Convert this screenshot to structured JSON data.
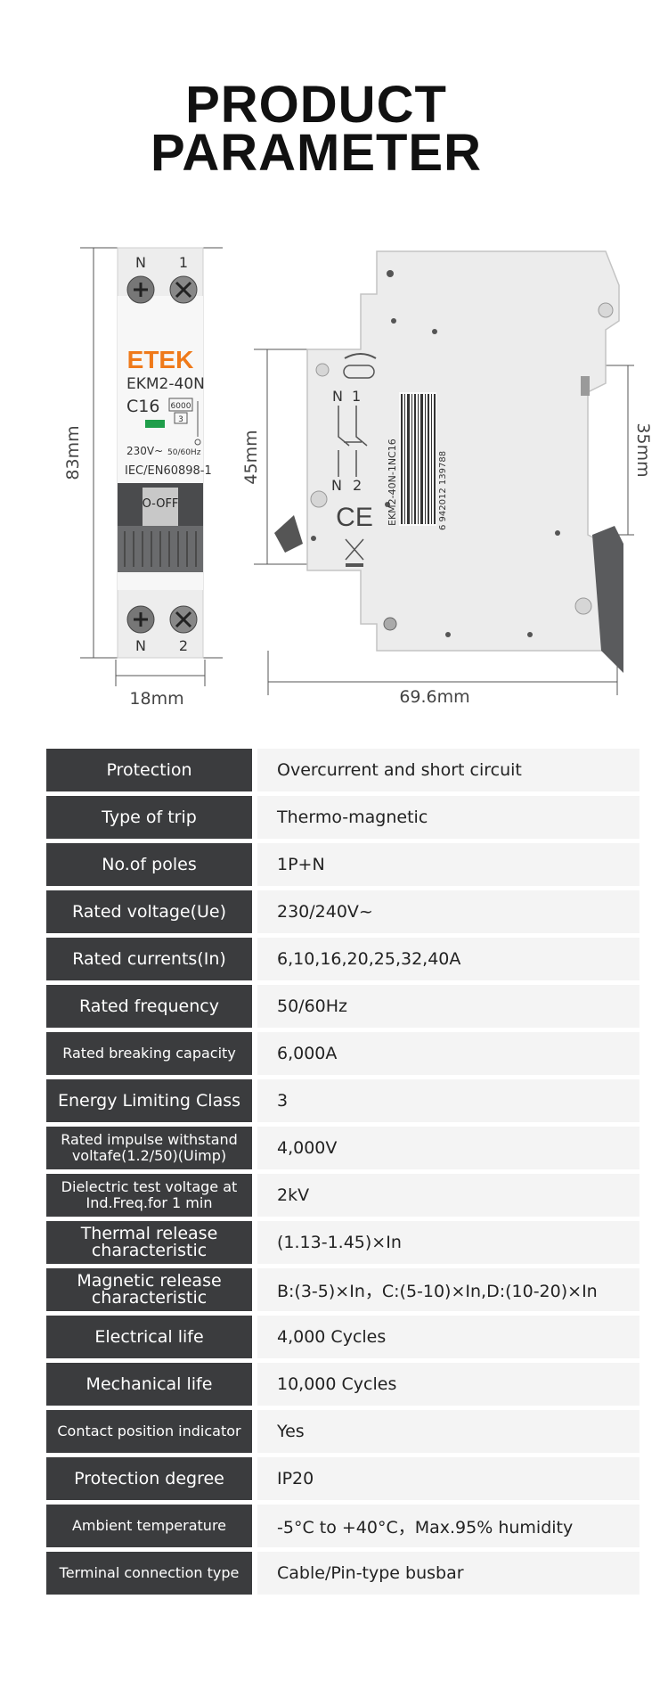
{
  "header": {
    "line1": "PRODUCT",
    "line2": "PARAMETER"
  },
  "drawing": {
    "dims": {
      "height": "83mm",
      "width": "18mm",
      "depth": "69.6mm",
      "left_side": "45mm",
      "right_side": "35mm"
    },
    "front": {
      "brand": "ETEK",
      "model": "EKM2-40N",
      "rating": "C16",
      "breaking": "6000",
      "class": "3",
      "voltage": "230V~",
      "freq": "50/60Hz",
      "standard": "IEC/EN60898-1",
      "state": "O-OFF",
      "top_left": "N",
      "top_right": "1",
      "bottom_left": "N",
      "bottom_right": "2"
    },
    "side": {
      "barcode_text": "EKM2-40N-1NC16",
      "barcode_num": "6 942012 139788",
      "mark": "CE",
      "n1": "N",
      "one": "1",
      "n2": "N",
      "two": "2"
    }
  },
  "parameters": [
    {
      "label": "Protection",
      "value": "Overcurrent and short circuit"
    },
    {
      "label": "Type of trip",
      "value": "Thermo-magnetic"
    },
    {
      "label": "No.of poles",
      "value": "1P+N"
    },
    {
      "label": "Rated voltage(Ue)",
      "value": "230/240V~"
    },
    {
      "label": "Rated currents(In)",
      "value": "6,10,16,20,25,32,40A"
    },
    {
      "label": "Rated frequency",
      "value": "50/60Hz"
    },
    {
      "label": "Rated breaking capacity",
      "value": "6,000A"
    },
    {
      "label": "Energy Limiting Class",
      "value": "3"
    },
    {
      "label": "Rated impulse withstand voltafe(1.2/50)(Uimp)",
      "value": "4,000V"
    },
    {
      "label": "Dielectric test voltage at Ind.Freq.for 1 min",
      "value": "2kV"
    },
    {
      "label": "Thermal release characteristic",
      "value": "(1.13-1.45)×In"
    },
    {
      "label": "Magnetic release characteristic",
      "value": "B:(3-5)×In，C:(5-10)×In,D:(10-20)×In"
    },
    {
      "label": "Electrical life",
      "value": "4,000 Cycles"
    },
    {
      "label": "Mechanical life",
      "value": "10,000 Cycles"
    },
    {
      "label": "Contact position indicator",
      "value": "Yes"
    },
    {
      "label": "Protection degree",
      "value": "IP20"
    },
    {
      "label": "Ambient temperature",
      "value": "-5°C to +40°C，Max.95% humidity"
    },
    {
      "label": "Terminal connection type",
      "value": "Cable/Pin-type busbar"
    }
  ]
}
